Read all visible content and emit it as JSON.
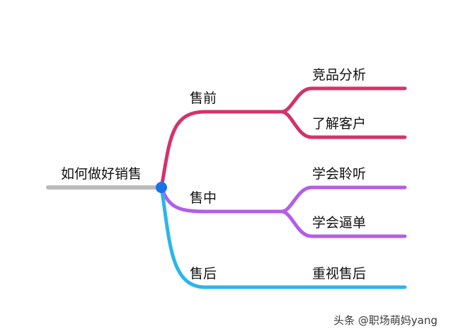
{
  "root": {
    "label": "如何做好销售",
    "color": "#bbbbbb",
    "node_color": "#1a73e8"
  },
  "branches": [
    {
      "label": "售前",
      "color": "#d3336a",
      "children": [
        {
          "label": "竞品分析"
        },
        {
          "label": "了解客户"
        }
      ]
    },
    {
      "label": "售中",
      "color": "#b35de8",
      "children": [
        {
          "label": "学会聆听"
        },
        {
          "label": "学会逼单"
        }
      ]
    },
    {
      "label": "售后",
      "color": "#2bb6ea",
      "children": [
        {
          "label": "重视售后"
        }
      ]
    }
  ],
  "watermark": "头条 @职场萌妈yang"
}
